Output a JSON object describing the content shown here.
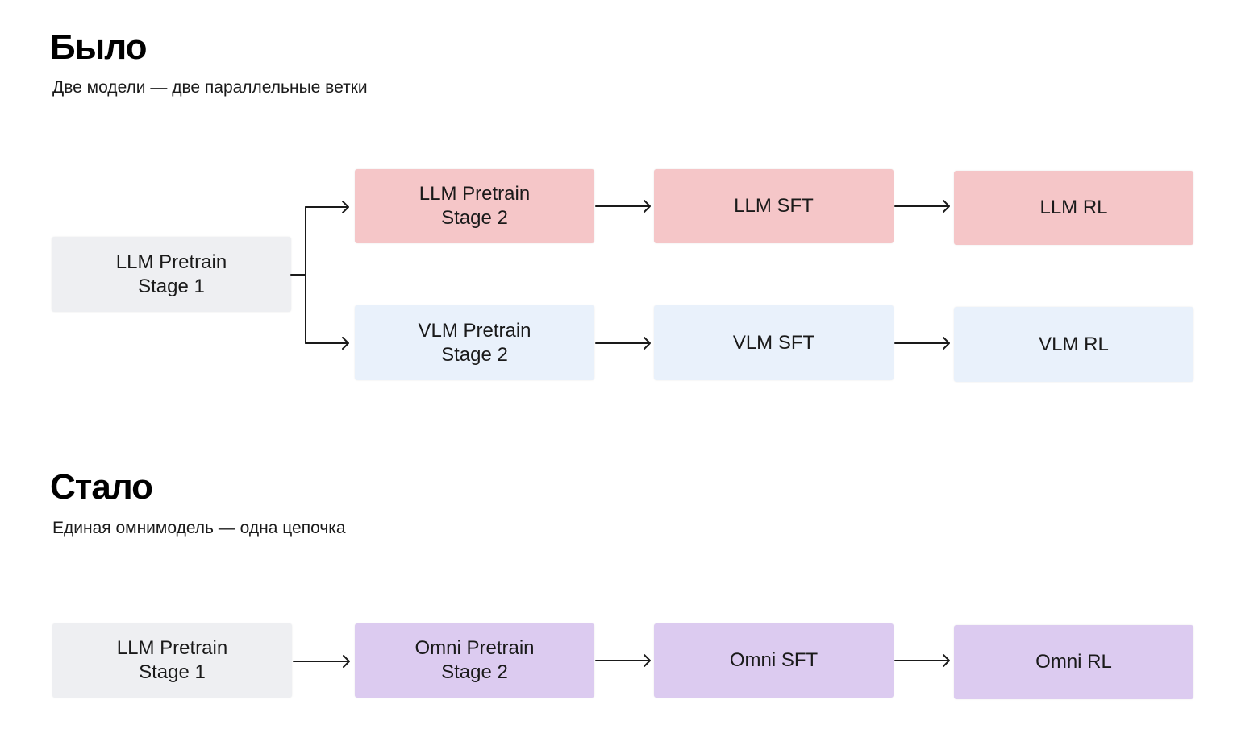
{
  "colors": {
    "gray": "#eeeff2",
    "pink": "#f5c6c8",
    "blue": "#e9f1fb",
    "purple": "#dccbf0",
    "arrow": "#1a1a1a"
  },
  "before": {
    "title": "Было",
    "subtitle": "Две модели — две параллельные ветки",
    "stage1": "LLM Pretrain\nStage 1",
    "llm_branch": [
      "LLM Pretrain\nStage 2",
      "LLM SFT",
      "LLM RL"
    ],
    "vlm_branch": [
      "VLM Pretrain\nStage 2",
      "VLM SFT",
      "VLM RL"
    ]
  },
  "after": {
    "title": "Стало",
    "subtitle": "Единая омнимодель — одна цепочка",
    "chain": [
      "LLM Pretrain\nStage 1",
      "Omni Pretrain\nStage 2",
      "Omni SFT",
      "Omni RL"
    ]
  }
}
